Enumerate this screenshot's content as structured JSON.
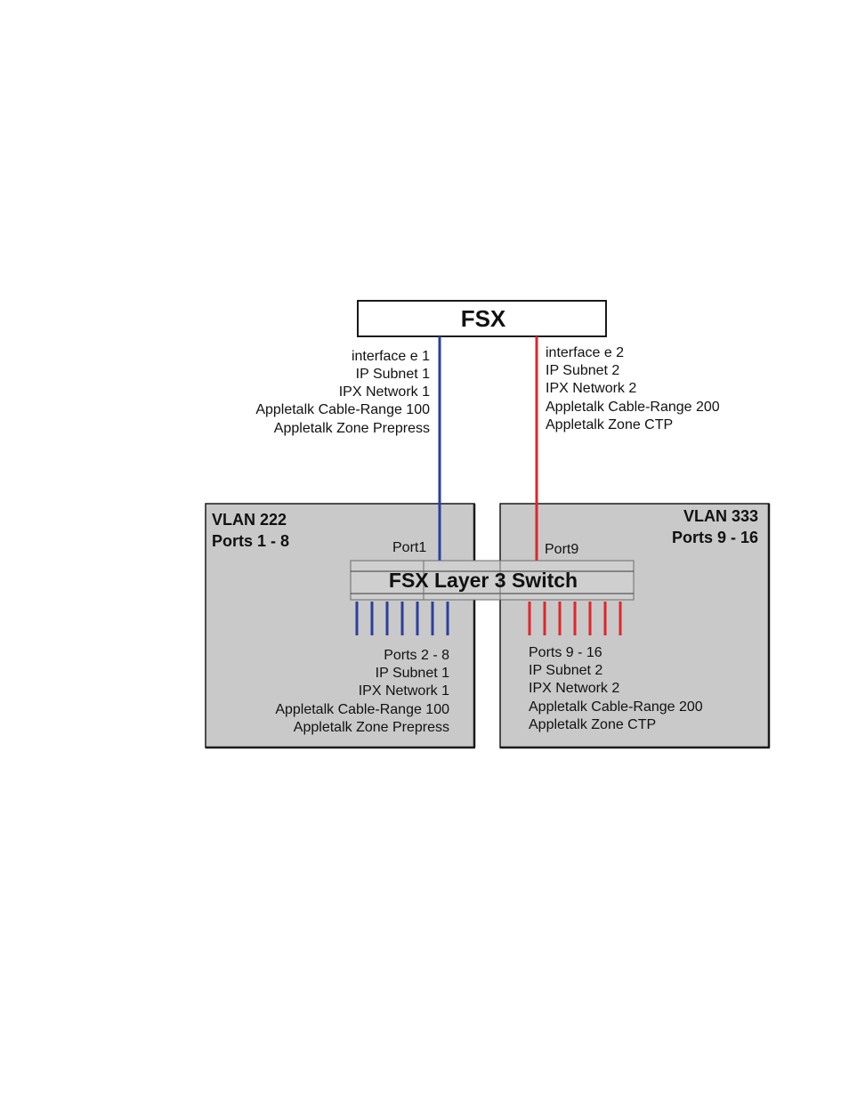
{
  "top_device": {
    "label": "FSX"
  },
  "uplink_left": {
    "lines": [
      "interface e 1",
      "IP Subnet 1",
      "IPX Network 1",
      "Appletalk Cable-Range 100",
      "Appletalk Zone Prepress"
    ]
  },
  "uplink_right": {
    "lines": [
      "interface e 2",
      "IP Subnet 2",
      "IPX Network 2",
      "Appletalk Cable-Range 200",
      "Appletalk Zone CTP"
    ]
  },
  "vlan_left": {
    "title": "VLAN 222",
    "ports": "Ports 1 - 8",
    "uplink_port": "Port1",
    "lines": [
      "Ports 2 - 8",
      "IP Subnet 1",
      "IPX Network 1",
      "Appletalk Cable-Range 100",
      "Appletalk Zone Prepress"
    ]
  },
  "vlan_right": {
    "title": "VLAN 333",
    "ports": "Ports 9 - 16",
    "uplink_port": "Port9",
    "lines": [
      "Ports 9 - 16",
      "IP Subnet 2",
      "IPX Network 2",
      "Appletalk Cable-Range 200",
      "Appletalk Zone CTP"
    ]
  },
  "switch": {
    "label": "FSX Layer 3 Switch"
  },
  "colors": {
    "vlan_left_link": "#2a3f9d",
    "vlan_right_link": "#e0252b",
    "vlan_box_fill": "#c9c9c9",
    "switch_fill": "#cfcfcf"
  }
}
